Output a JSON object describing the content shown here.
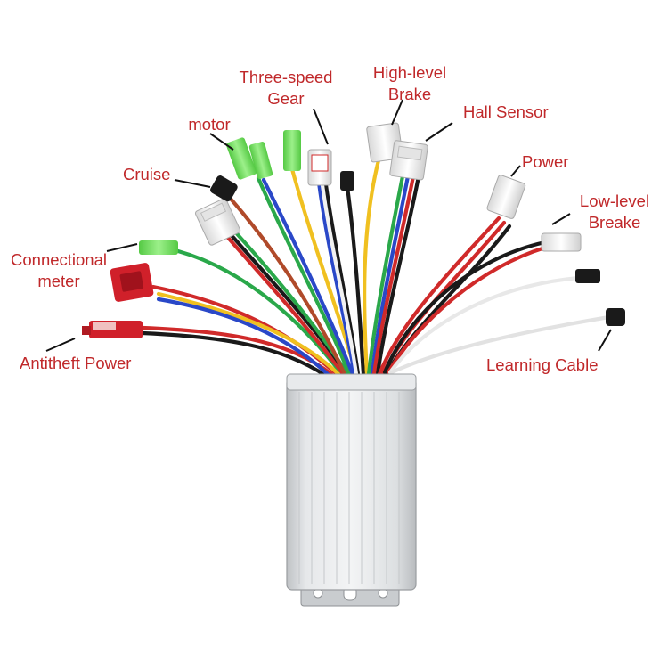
{
  "labels": {
    "three_speed_gear": [
      "Three-speed",
      "Gear"
    ],
    "high_level_brake": [
      "High-level",
      "Brake"
    ],
    "hall_sensor": "Hall Sensor",
    "motor": "motor",
    "cruise": "Cruise",
    "power": "Power",
    "low_level_breake": [
      "Low-level",
      "Breake"
    ],
    "connectional_meter": [
      "Connectional",
      "meter"
    ],
    "antitheft_power": "Antitheft Power",
    "learning_cable": "Learning Cable"
  },
  "colors": {
    "label_text": "#c0282a",
    "leader_line": "#111111",
    "controller_body": "#d6d8da",
    "connector_green": "#7de36c",
    "connector_white": "#f1f1f1",
    "connector_red": "#d0202a",
    "connector_black": "#1a1a1a"
  },
  "wire_colors": [
    "#e02a2a",
    "#1a1a1a",
    "#2a48c8",
    "#2aa84a",
    "#f0c020",
    "#f2f2f2",
    "#8b5a2b",
    "#ffffff",
    "#d8d8d8"
  ]
}
